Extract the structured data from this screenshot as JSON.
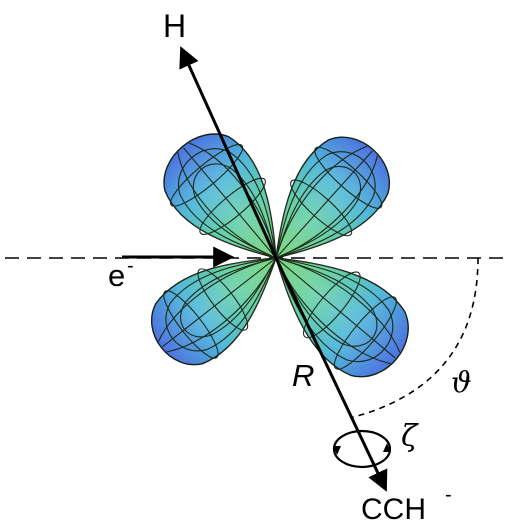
{
  "figure": {
    "labels": {
      "top_atom": "H",
      "bottom_fragment": "CCH",
      "bottom_fragment_charge": "-",
      "electron": "e",
      "electron_charge": "-",
      "distance": "R",
      "polar_angle": "ϑ",
      "azimuth_angle": "ζ"
    },
    "colors": {
      "lobe_outer": "#4cc07a",
      "lobe_mid": "#3fc6c0",
      "lobe_inner": "#4a78e0",
      "lines": "#000000"
    }
  }
}
